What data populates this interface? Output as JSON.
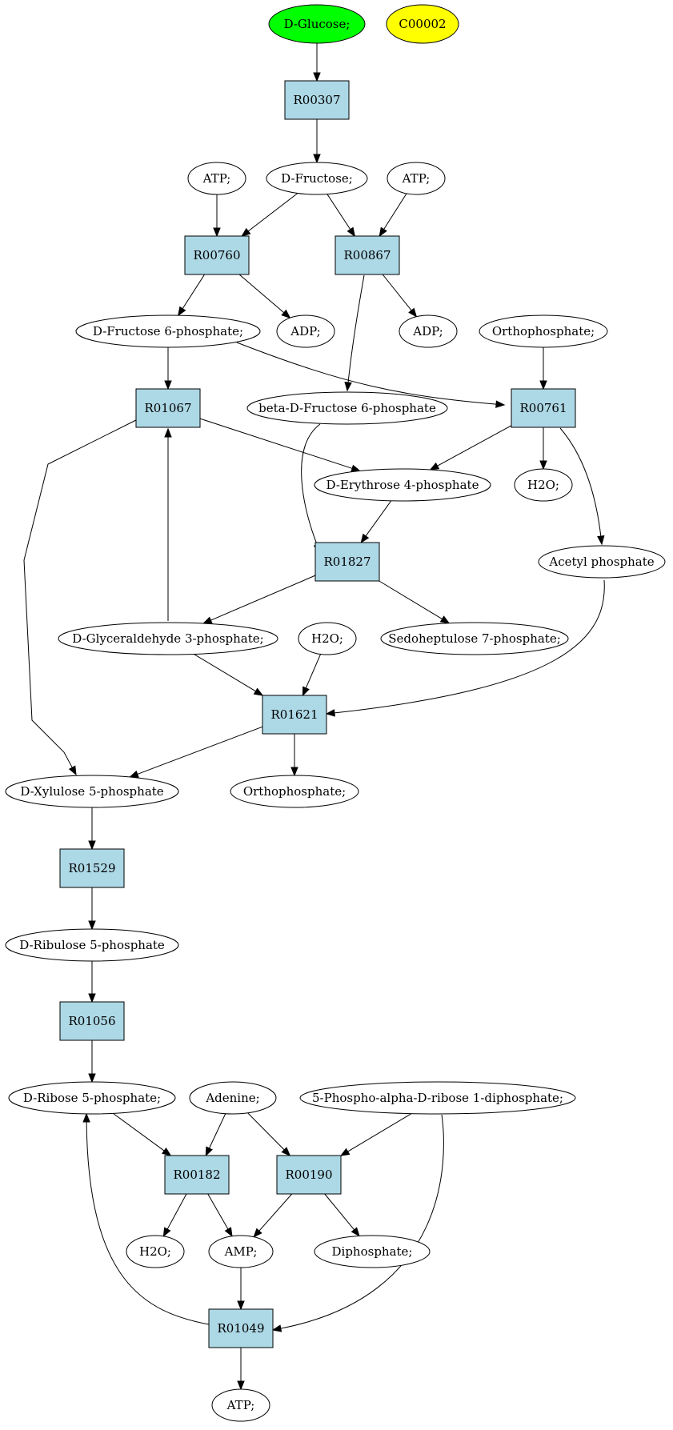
{
  "colors": {
    "start_compound": "#00ff00",
    "target_compound": "#ffff00",
    "reaction": "#add8e6",
    "compound": "#ffffff"
  },
  "nodes": {
    "glucose": {
      "label": "D-Glucose;",
      "kind": "compound",
      "color": "#00ff00"
    },
    "c00002": {
      "label": "C00002",
      "kind": "compound",
      "color": "#ffff00"
    },
    "r00307": {
      "label": "R00307",
      "kind": "reaction"
    },
    "fructose": {
      "label": "D-Fructose;",
      "kind": "compound"
    },
    "atp1": {
      "label": "ATP;",
      "kind": "compound"
    },
    "atp2": {
      "label": "ATP;",
      "kind": "compound"
    },
    "r00760": {
      "label": "R00760",
      "kind": "reaction"
    },
    "r00867": {
      "label": "R00867",
      "kind": "reaction"
    },
    "f6p": {
      "label": "D-Fructose 6-phosphate;",
      "kind": "compound"
    },
    "adp1": {
      "label": "ADP;",
      "kind": "compound"
    },
    "adp2": {
      "label": "ADP;",
      "kind": "compound"
    },
    "orthophos1": {
      "label": "Orthophosphate;",
      "kind": "compound"
    },
    "r01067": {
      "label": "R01067",
      "kind": "reaction"
    },
    "bf6p": {
      "label": "beta-D-Fructose 6-phosphate",
      "kind": "compound"
    },
    "r00761": {
      "label": "R00761",
      "kind": "reaction"
    },
    "e4p": {
      "label": "D-Erythrose 4-phosphate",
      "kind": "compound"
    },
    "h2o1": {
      "label": "H2O;",
      "kind": "compound"
    },
    "r01827": {
      "label": "R01827",
      "kind": "reaction"
    },
    "acetylp": {
      "label": "Acetyl phosphate",
      "kind": "compound"
    },
    "g3p": {
      "label": "D-Glyceraldehyde 3-phosphate;",
      "kind": "compound"
    },
    "h2o2": {
      "label": "H2O;",
      "kind": "compound"
    },
    "s7p": {
      "label": "Sedoheptulose 7-phosphate;",
      "kind": "compound"
    },
    "r01621": {
      "label": "R01621",
      "kind": "reaction"
    },
    "xu5p": {
      "label": "D-Xylulose 5-phosphate",
      "kind": "compound"
    },
    "orthophos2": {
      "label": "Orthophosphate;",
      "kind": "compound"
    },
    "r01529": {
      "label": "R01529",
      "kind": "reaction"
    },
    "ru5p": {
      "label": "D-Ribulose 5-phosphate",
      "kind": "compound"
    },
    "r01056": {
      "label": "R01056",
      "kind": "reaction"
    },
    "r5p": {
      "label": "D-Ribose 5-phosphate;",
      "kind": "compound"
    },
    "adenine": {
      "label": "Adenine;",
      "kind": "compound"
    },
    "prpp": {
      "label": "5-Phospho-alpha-D-ribose 1-diphosphate;",
      "kind": "compound"
    },
    "r00182": {
      "label": "R00182",
      "kind": "reaction"
    },
    "r00190": {
      "label": "R00190",
      "kind": "reaction"
    },
    "h2o3": {
      "label": "H2O;",
      "kind": "compound"
    },
    "amp": {
      "label": "AMP;",
      "kind": "compound"
    },
    "diphos": {
      "label": "Diphosphate;",
      "kind": "compound"
    },
    "r01049": {
      "label": "R01049",
      "kind": "reaction"
    },
    "atp3": {
      "label": "ATP;",
      "kind": "compound"
    }
  },
  "edges": [
    [
      "glucose",
      "r00307"
    ],
    [
      "r00307",
      "fructose"
    ],
    [
      "atp1",
      "r00760"
    ],
    [
      "fructose",
      "r00760"
    ],
    [
      "fructose",
      "r00867"
    ],
    [
      "atp2",
      "r00867"
    ],
    [
      "r00760",
      "f6p"
    ],
    [
      "r00760",
      "adp1"
    ],
    [
      "r00867",
      "adp2"
    ],
    [
      "r00867",
      "bf6p"
    ],
    [
      "f6p",
      "r01067"
    ],
    [
      "f6p",
      "r00761"
    ],
    [
      "orthophos1",
      "r00761"
    ],
    [
      "r01067",
      "e4p"
    ],
    [
      "r01067",
      "xu5p"
    ],
    [
      "r00761",
      "e4p"
    ],
    [
      "r00761",
      "h2o1"
    ],
    [
      "r00761",
      "acetylp"
    ],
    [
      "bf6p",
      "r01827"
    ],
    [
      "e4p",
      "r01827"
    ],
    [
      "r01827",
      "g3p"
    ],
    [
      "r01827",
      "s7p"
    ],
    [
      "g3p",
      "r01067"
    ],
    [
      "g3p",
      "r01621"
    ],
    [
      "h2o2",
      "r01621"
    ],
    [
      "acetylp",
      "r01621"
    ],
    [
      "r01621",
      "xu5p"
    ],
    [
      "r01621",
      "orthophos2"
    ],
    [
      "xu5p",
      "r01529"
    ],
    [
      "r01529",
      "ru5p"
    ],
    [
      "ru5p",
      "r01056"
    ],
    [
      "r01056",
      "r5p"
    ],
    [
      "r5p",
      "r00182"
    ],
    [
      "adenine",
      "r00182"
    ],
    [
      "adenine",
      "r00190"
    ],
    [
      "prpp",
      "r00190"
    ],
    [
      "prpp",
      "r01049"
    ],
    [
      "r00182",
      "h2o3"
    ],
    [
      "r00182",
      "amp"
    ],
    [
      "r00190",
      "amp"
    ],
    [
      "r00190",
      "diphos"
    ],
    [
      "amp",
      "r01049"
    ],
    [
      "r01049",
      "r5p"
    ],
    [
      "r01049",
      "atp3"
    ]
  ]
}
